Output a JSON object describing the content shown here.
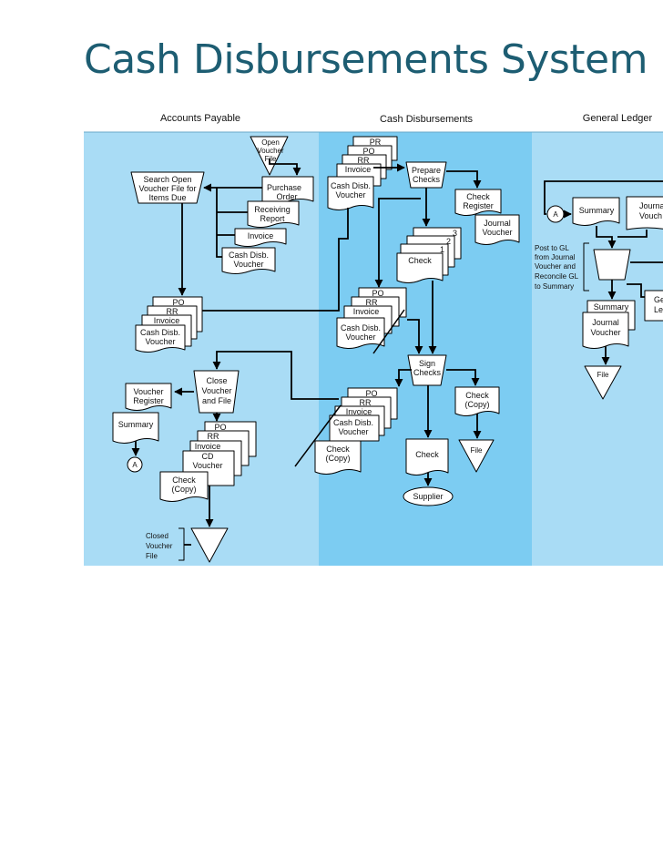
{
  "slide": {
    "title": "Cash Disbursements System"
  },
  "colors": {
    "title": "#1d5d72",
    "lane_light": "#a9dcf5",
    "lane_dark": "#7cccf2",
    "header_bg": "#ffffff",
    "line": "#000000",
    "shape_fill": "#ffffff"
  },
  "lanes": {
    "ap": "Accounts Payable",
    "cd": "Cash Disbursements",
    "gl": "General Ledger"
  },
  "ap": {
    "open_voucher_file": [
      "Open",
      "Voucher",
      "File"
    ],
    "purchase_order": [
      "Purchase",
      "Order"
    ],
    "receiving_report": [
      "Receiving",
      "Report"
    ],
    "invoice": "Invoice",
    "cash_disb_voucher": [
      "Cash Disb.",
      "Voucher"
    ],
    "search_open": [
      "Search Open",
      "Voucher File for",
      "Items Due"
    ],
    "stack1": {
      "po": "PO",
      "rr": "RR",
      "invoice": "Invoice",
      "cdv": [
        "Cash Disb.",
        "Voucher"
      ]
    },
    "close_voucher": [
      "Close",
      "Voucher",
      "and File"
    ],
    "voucher_register": [
      "Voucher",
      "Register"
    ],
    "summary": "Summary",
    "connector_a": "A",
    "stack2": {
      "po": "PO",
      "rr": "RR",
      "invoice": "Invoice",
      "cdv": [
        "CD",
        "Voucher"
      ],
      "check": [
        "Check",
        "(Copy)"
      ]
    },
    "closed_voucher_file": [
      "Closed",
      "Voucher",
      "File"
    ]
  },
  "cd": {
    "stack_top": {
      "pr": "PR",
      "po": "PO",
      "rr": "RR",
      "invoice": "Invoice",
      "cdv": [
        "Cash Disb.",
        "Voucher"
      ]
    },
    "prepare_checks": [
      "Prepare",
      "Checks"
    ],
    "check_register": [
      "Check",
      "Register"
    ],
    "journal_voucher": [
      "Journal",
      "Voucher"
    ],
    "checks": {
      "n1": "1",
      "n2": "2",
      "n3": "3",
      "label": "Check"
    },
    "stack_mid": {
      "po": "PO",
      "rr": "RR",
      "invoice": "Invoice",
      "cdv": [
        "Cash Disb.",
        "Voucher"
      ]
    },
    "sign_checks": [
      "Sign",
      "Checks"
    ],
    "stack_bot": {
      "po": "PO",
      "rr": "RR",
      "invoice": "Invoice",
      "cdv": [
        "Cash Disb.",
        "Voucher"
      ],
      "check": [
        "Check",
        "(Copy)"
      ]
    },
    "check_copy": [
      "Check",
      "(Copy)"
    ],
    "file": "File",
    "check": "Check",
    "supplier": "Supplier"
  },
  "gl": {
    "connector_a": "A",
    "summary": "Summary",
    "journal_voucher": [
      "Journa",
      "Vouch"
    ],
    "post_to_gl": [
      "Post to GL",
      "from Journal",
      "Voucher and",
      "Reconcile GL",
      "to Summary"
    ],
    "summary2": "Summary",
    "journal_voucher2": [
      "Journal",
      "Voucher"
    ],
    "general_ledger": [
      "Ge",
      "Le"
    ],
    "file": "File"
  }
}
